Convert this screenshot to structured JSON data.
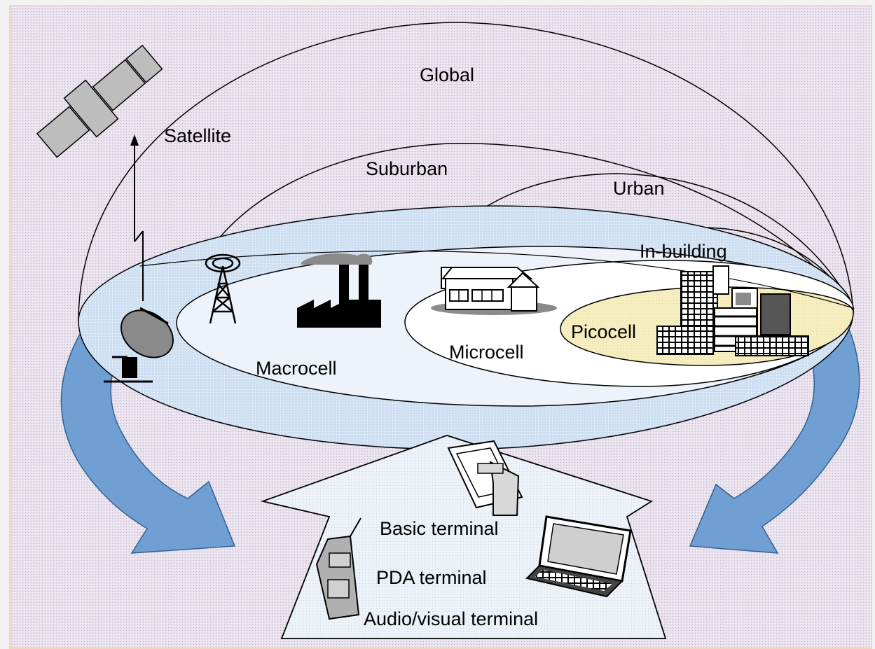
{
  "labels": {
    "global": "Global",
    "satellite": "Satellite",
    "suburban": "Suburban",
    "urban": "Urban",
    "in_building": "In-building",
    "macrocell": "Macrocell",
    "microcell": "Microcell",
    "picocell": "Picocell",
    "basic_terminal": "Basic terminal",
    "pda_terminal": "PDA terminal",
    "audio_visual_terminal": "Audio/visual terminal"
  },
  "colors": {
    "background": "#e6dcea",
    "cell_blue": "#cfe0f2",
    "macro_fill": "#eef2fa",
    "micro_fill": "#ffffff",
    "pico_fill": "#f6eec0",
    "arrow_blue": "#6f9fd3",
    "terminal_box": "#edf2f8",
    "device_gray": "#a9a9a9",
    "line": "#000000"
  },
  "icons": [
    "satellite-icon",
    "dish-antenna-icon",
    "radio-tower-icon",
    "factory-icon",
    "house-icon",
    "office-buildings-icon",
    "mobile-phone-icon",
    "laptop-icon",
    "pda-icon"
  ]
}
